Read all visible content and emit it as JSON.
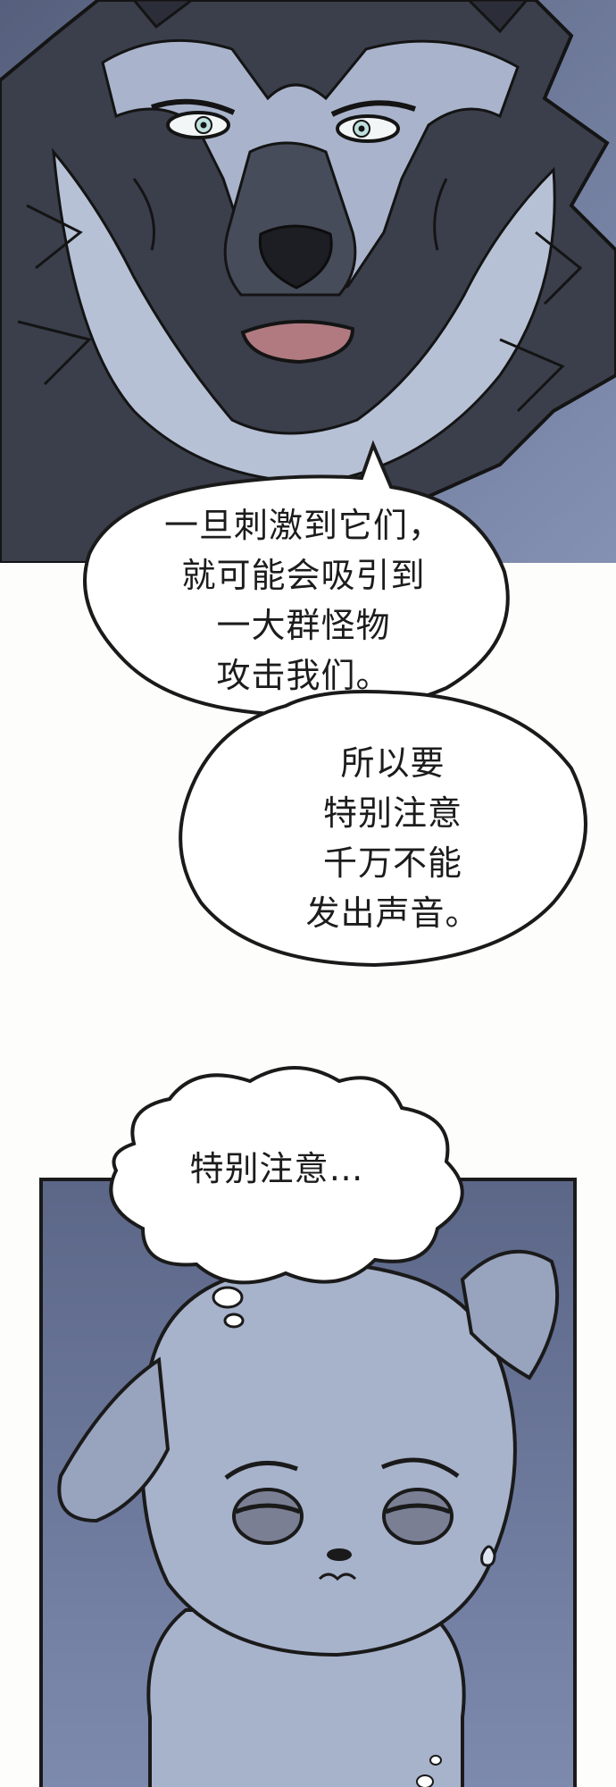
{
  "speech_bubble_1": {
    "lines": [
      "一旦刺激到它们，",
      "就可能会吸引到",
      "一大群怪物",
      "攻击我们。"
    ]
  },
  "speech_bubble_2": {
    "lines": [
      "所以要",
      "特别注意",
      "千万不能",
      "发出声音。"
    ]
  },
  "thought_bubble": {
    "text": "特别注意…"
  },
  "colors": {
    "page_background": "#fdfdfb",
    "top_panel_background": "#6f7da0",
    "wolf_dark_fur": "#3b3f4c",
    "wolf_light_fur": "#a9b4cc",
    "wolf_mouth": "#b07a80",
    "eye_color": "#bfe0de",
    "dog_fur": "#a7b2cb",
    "bottom_panel_background": "#6d7a9e",
    "dog_eye": "#7a7f94",
    "ink": "#1a1a1a"
  }
}
